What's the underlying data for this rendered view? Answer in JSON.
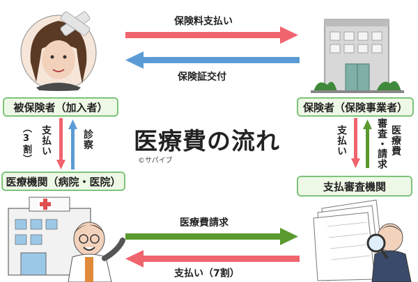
{
  "title": "医療費の流れ",
  "copyright": "©サパイブ",
  "nodes": {
    "insured": "被保険者（加入者）",
    "insurer": "保険者（保険事業者）",
    "medical": "医療機関（病院・医院）",
    "review": "支払審査機関"
  },
  "flows": {
    "premium": "保険料支払い",
    "card": "保険証交付",
    "copay": "支払い",
    "copay_note": "（3割）",
    "exam": "診察",
    "claim": "医療費請求",
    "payment": "支払い（7割）",
    "insurer_pay": "支払い",
    "review_claim_1": "審査・",
    "review_claim_2": "請求",
    "review_claim_3": "医療費"
  },
  "colors": {
    "red": "#f0646e",
    "blue": "#5b9bd5",
    "green": "#5a9a2e",
    "box_border": "#7cc47a",
    "box_fill": "#eef8e6"
  }
}
